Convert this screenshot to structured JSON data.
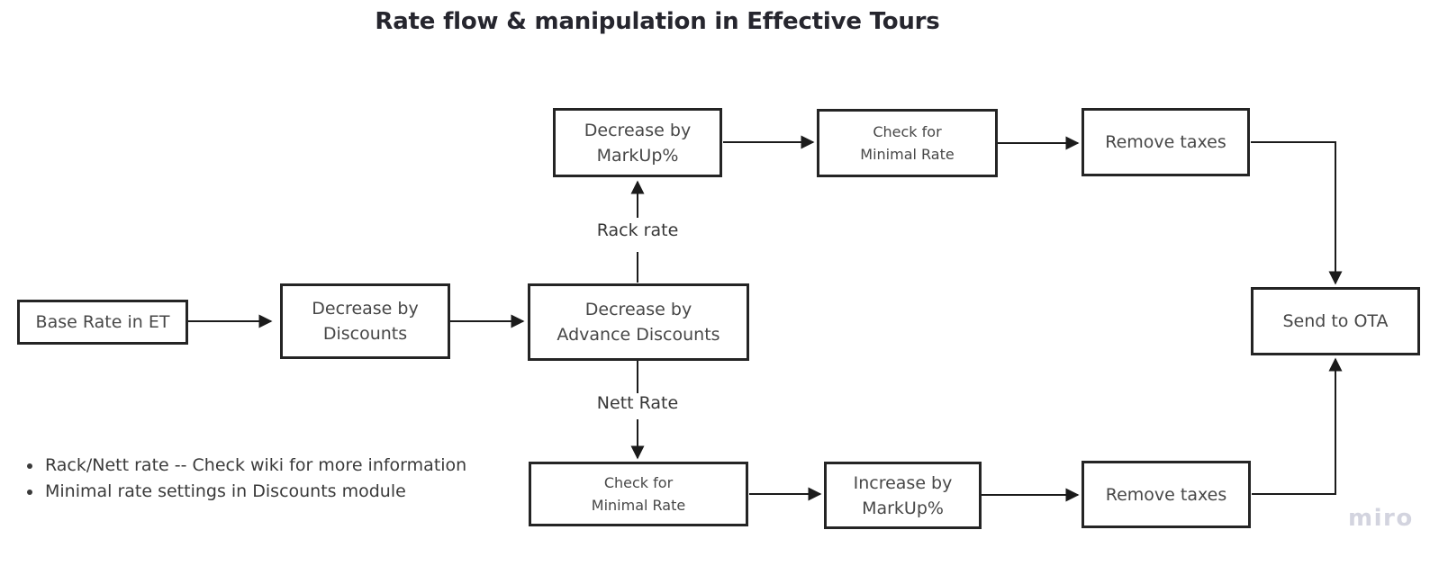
{
  "title": "Rate flow & manipulation in Effective Tours",
  "nodes": {
    "base_rate": {
      "line1": "Base Rate in ET"
    },
    "decrease_discounts": {
      "line1": "Decrease by",
      "line2": "Discounts"
    },
    "decrease_advance": {
      "line1": "Decrease by",
      "line2": "Advance Discounts"
    },
    "decrease_markup": {
      "line1": "Decrease by",
      "line2": "MarkUp%"
    },
    "check_minimal_top": {
      "line1": "Check for",
      "line2": "Minimal Rate"
    },
    "remove_taxes_top": {
      "line1": "Remove taxes"
    },
    "send_to_ota": {
      "line1": "Send to OTA"
    },
    "check_minimal_bottom": {
      "line1": "Check for",
      "line2": "Minimal Rate"
    },
    "increase_markup": {
      "line1": "Increase by",
      "line2": "MarkUp%"
    },
    "remove_taxes_bottom": {
      "line1": "Remove taxes"
    }
  },
  "edge_labels": {
    "rack_rate": "Rack rate",
    "nett_rate": "Nett Rate"
  },
  "notes": {
    "items": [
      "Rack/Nett rate -- Check wiki for more information",
      "Minimal rate settings in Discounts module"
    ]
  },
  "watermark": "miro",
  "colors": {
    "box_border": "#242424",
    "box_text": "#474747",
    "connector": "#1b1b1b",
    "title_text": "#26262e",
    "watermark_text": "#d3d4df"
  }
}
